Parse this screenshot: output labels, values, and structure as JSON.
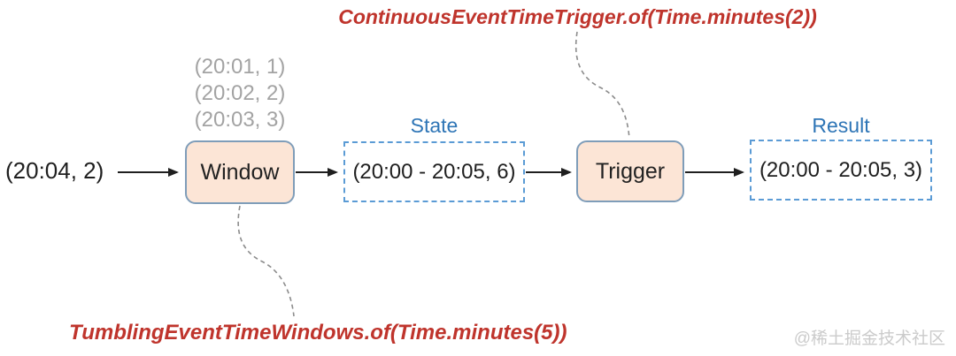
{
  "diagram": {
    "title_concept": "Flink event-time window trigger dataflow",
    "annotations": {
      "trigger_code": "ContinuousEventTimeTrigger.of(Time.minutes(2))",
      "window_code": "TumblingEventTimeWindows.of(Time.minutes(5))"
    },
    "input_events": {
      "incoming": "(20:04, 2)",
      "buffered": [
        "(20:01, 1)",
        "(20:02, 2)",
        "(20:03, 3)"
      ]
    },
    "nodes": {
      "window": {
        "label": "Window"
      },
      "state": {
        "label": "State",
        "value": "(20:00 - 20:05, 6)"
      },
      "trigger": {
        "label": "Trigger"
      },
      "result": {
        "label": "Result",
        "value": "(20:00 - 20:05, 3)"
      }
    },
    "watermark": "@稀土掘金技术社区",
    "colors": {
      "annotation_red": "#bf342c",
      "node_fill": "#fce5d6",
      "node_border": "#7f9db9",
      "dashed_box_border": "#5b9bd5",
      "label_blue": "#2e75b6",
      "buffered_gray": "#a3a3a3",
      "arrow_black": "#1f1f1f",
      "connector_gray": "#8c8c8c",
      "watermark_gray": "#cbcbcb"
    }
  }
}
